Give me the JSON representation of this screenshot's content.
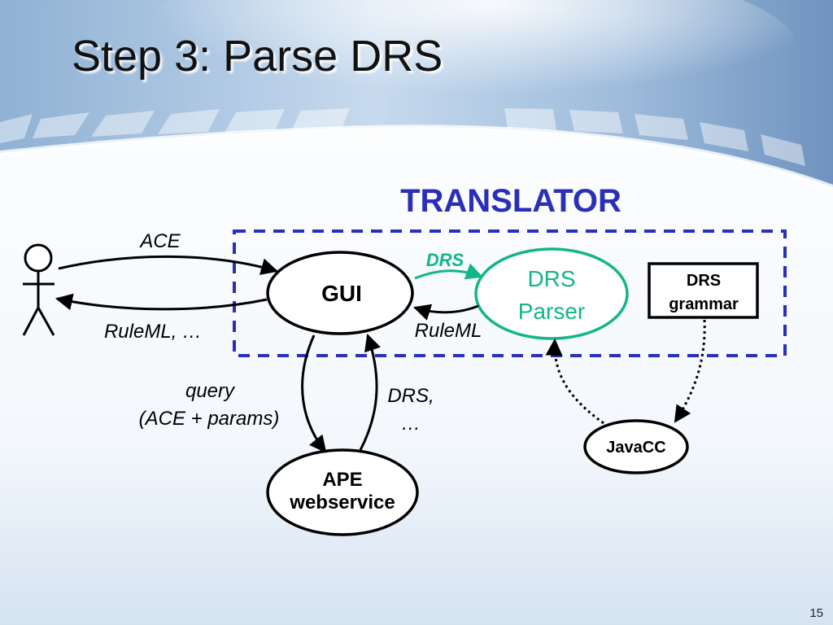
{
  "slide": {
    "title": "Step 3: Parse DRS",
    "number": "15"
  },
  "diagram": {
    "translator_label": "TRANSLATOR",
    "nodes": {
      "gui": "GUI",
      "drs_parser": [
        "DRS",
        "Parser"
      ],
      "drs_grammar": [
        "DRS",
        "grammar"
      ],
      "ape_webservice": [
        "APE",
        "webservice"
      ],
      "javacc": "JavaCC"
    },
    "edges": {
      "user_to_gui": "ACE",
      "gui_to_user": "RuleML, …",
      "gui_to_parser": "DRS",
      "parser_to_gui": "RuleML",
      "gui_to_ape": [
        "query",
        "(ACE + params)"
      ],
      "ape_to_gui": [
        "DRS,",
        "…"
      ]
    },
    "colors": {
      "translator": "#2a2fb8",
      "parser": "#14b58a",
      "ink": "#000000"
    }
  }
}
